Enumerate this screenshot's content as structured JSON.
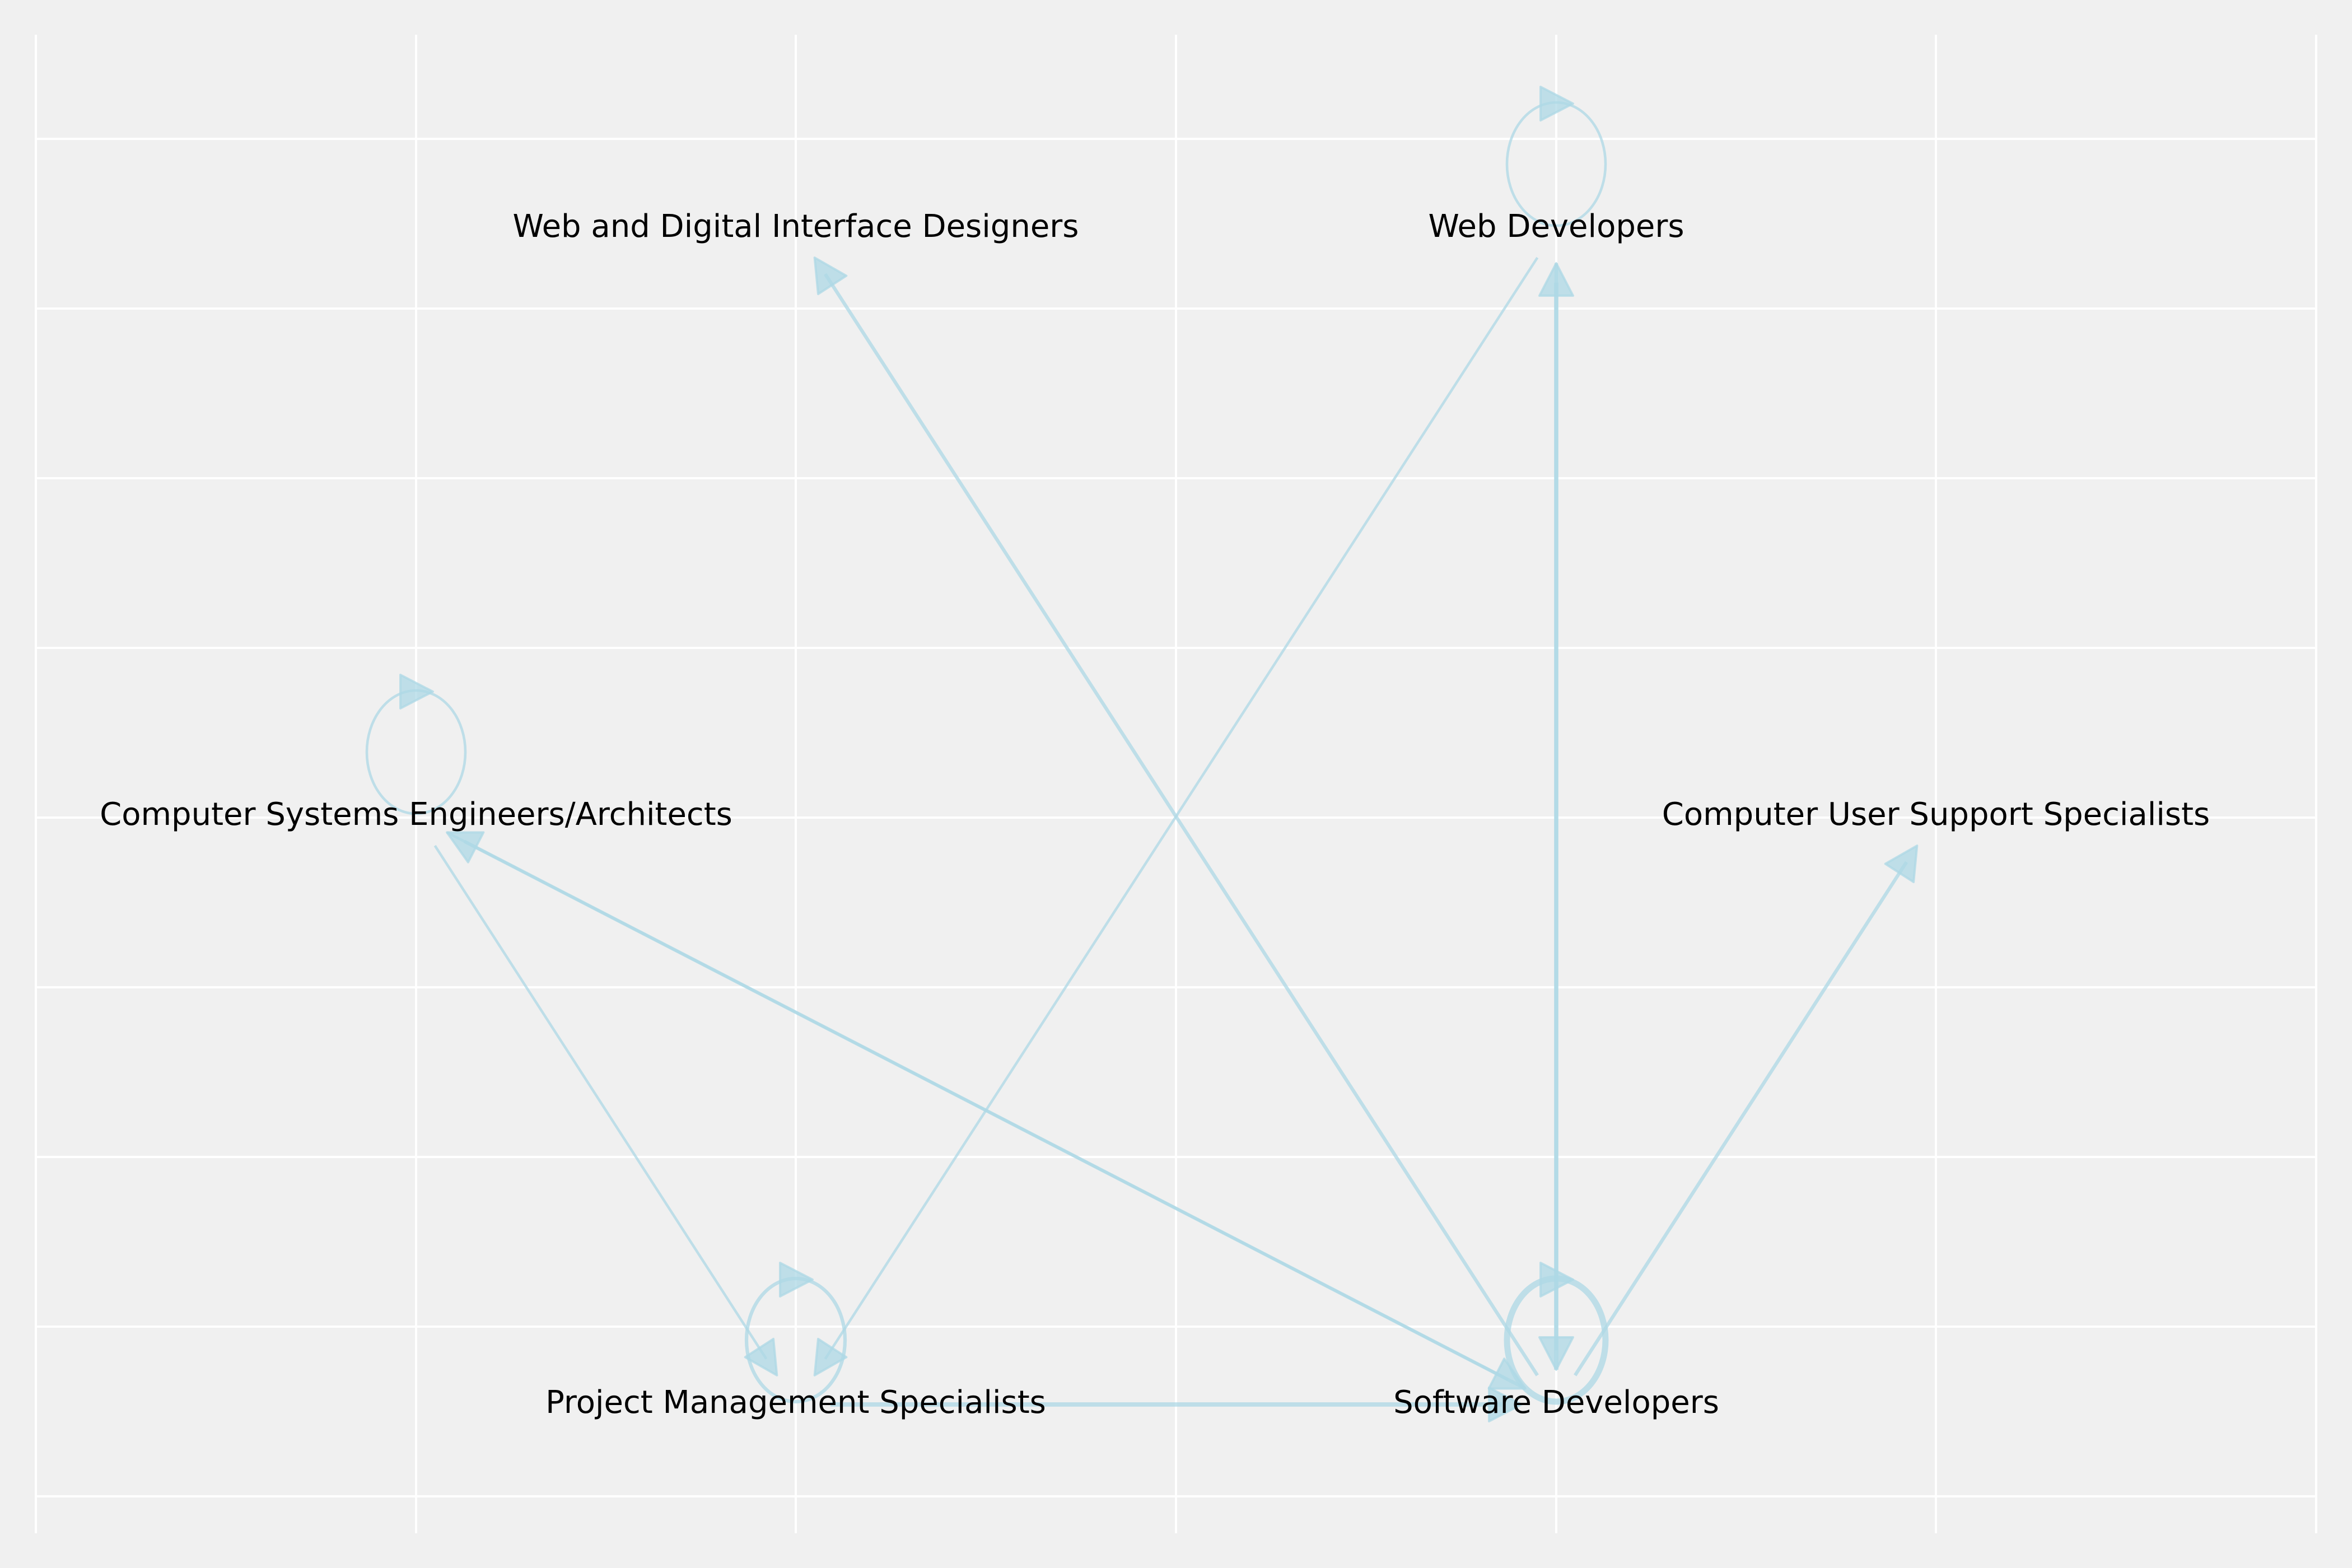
{
  "diagram": {
    "type": "directed-graph",
    "colors": {
      "background": "#f0f0f0",
      "grid": "#ffffff",
      "edge": "#add8e6",
      "label": "#000000"
    },
    "nodes": [
      {
        "id": "web-design",
        "label": "Web and Digital Interface Designers"
      },
      {
        "id": "web-dev",
        "label": "Web Developers"
      },
      {
        "id": "cse",
        "label": "Computer Systems Engineers/Architects"
      },
      {
        "id": "cuss",
        "label": "Computer User Support Specialists"
      },
      {
        "id": "pms",
        "label": "Project Management Specialists"
      },
      {
        "id": "sd",
        "label": "Software Developers"
      }
    ],
    "edges": [
      {
        "source": "sd",
        "target": "web-design",
        "weight": 2
      },
      {
        "source": "web-dev",
        "target": "pms",
        "weight": 1
      },
      {
        "source": "sd",
        "target": "web-dev",
        "weight": 3
      },
      {
        "source": "web-dev",
        "target": "sd",
        "weight": 2
      },
      {
        "source": "sd",
        "target": "cse",
        "weight": 2
      },
      {
        "source": "cse",
        "target": "sd",
        "weight": 1
      },
      {
        "source": "cse",
        "target": "pms",
        "weight": 1
      },
      {
        "source": "sd",
        "target": "cuss",
        "weight": 2
      },
      {
        "source": "pms",
        "target": "sd",
        "weight": 3
      },
      {
        "source": "web-dev",
        "target": "web-dev",
        "weight": 1
      },
      {
        "source": "cse",
        "target": "cse",
        "weight": 1
      },
      {
        "source": "pms",
        "target": "pms",
        "weight": 2
      },
      {
        "source": "sd",
        "target": "sd",
        "weight": 5
      }
    ]
  }
}
